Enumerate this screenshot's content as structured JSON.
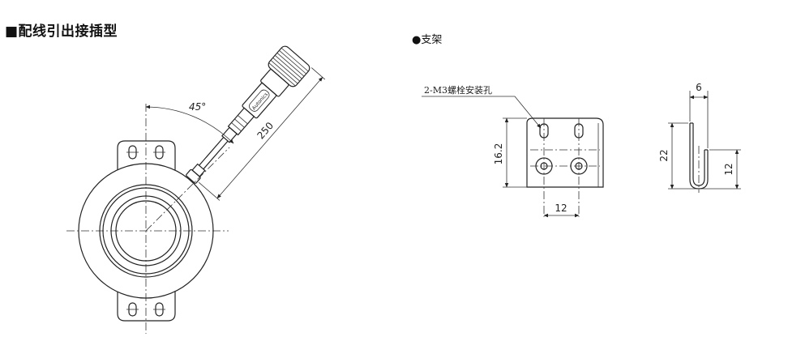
{
  "title": "■配线引出接插型",
  "bracket_heading": "●支架",
  "encoder": {
    "angle_label": "45°",
    "cable_length_label": "250",
    "connector_brand": "Autonics"
  },
  "bracket": {
    "hole_label": "2-M3螺栓安装孔",
    "height_label": "16.2",
    "hole_spacing_label": "12",
    "side_width_label": "6",
    "side_height_label": "22",
    "side_lower_label": "12"
  }
}
